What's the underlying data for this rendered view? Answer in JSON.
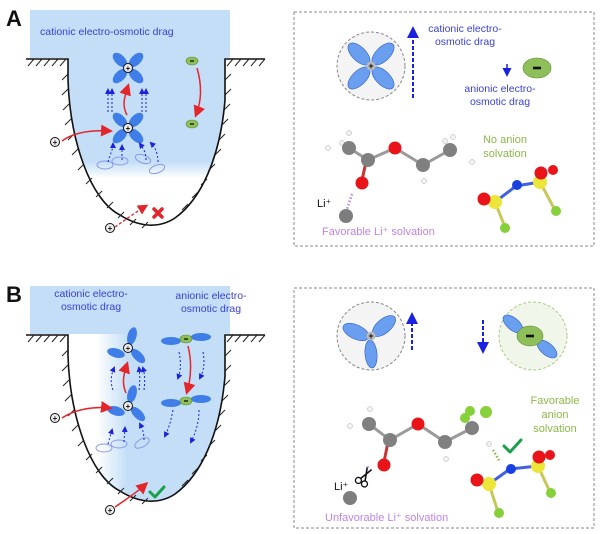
{
  "figure": {
    "panels": [
      {
        "letter": "A",
        "pore_label": "cationic electro-osmotic drag",
        "inset": {
          "cation_drag_label_1": "cationic electro-",
          "cation_drag_label_2": "osmotic drag",
          "anion_drag_label_1": "anionic electro-",
          "anion_drag_label_2": "osmotic drag",
          "li_label": "Li⁺",
          "solvation_label": "Favorable Li⁺ solvation",
          "anion_solvation_label_1": "No anion",
          "anion_solvation_label_2": "solvation"
        },
        "entry_outcome": "blocked",
        "entry_outcome_icon": "red-cross-icon"
      },
      {
        "letter": "B",
        "pore_label_cation_1": "cationic electro-",
        "pore_label_cation_2": "osmotic drag",
        "pore_label_anion_1": "anionic electro-",
        "pore_label_anion_2": "osmotic drag",
        "inset": {
          "li_label": "Li⁺",
          "solvation_label": "Unfavorable Li⁺ solvation",
          "anion_solvation_label_1": "Favorable",
          "anion_solvation_label_2": "anion",
          "anion_solvation_label_3": "solvation"
        },
        "entry_outcome": "allowed",
        "entry_outcome_icon": "green-check-icon"
      }
    ],
    "symbols": {
      "cation_sign": "+",
      "anion_sign": "−"
    },
    "colors": {
      "electrolyte": "#c4def7",
      "solvent_lobe": "#3f7ee8",
      "anion": "#8fbf5a",
      "drag_arrow": "#1a22e0",
      "ion_path": "#e3262b",
      "oxygen": "#e8141a",
      "carbon": "#808080",
      "hydrogen": "#f2f2f2",
      "nitrogen": "#1640e0",
      "sulfur": "#ece63a",
      "fluorine": "#86d03a",
      "check": "#1aa04a"
    }
  }
}
